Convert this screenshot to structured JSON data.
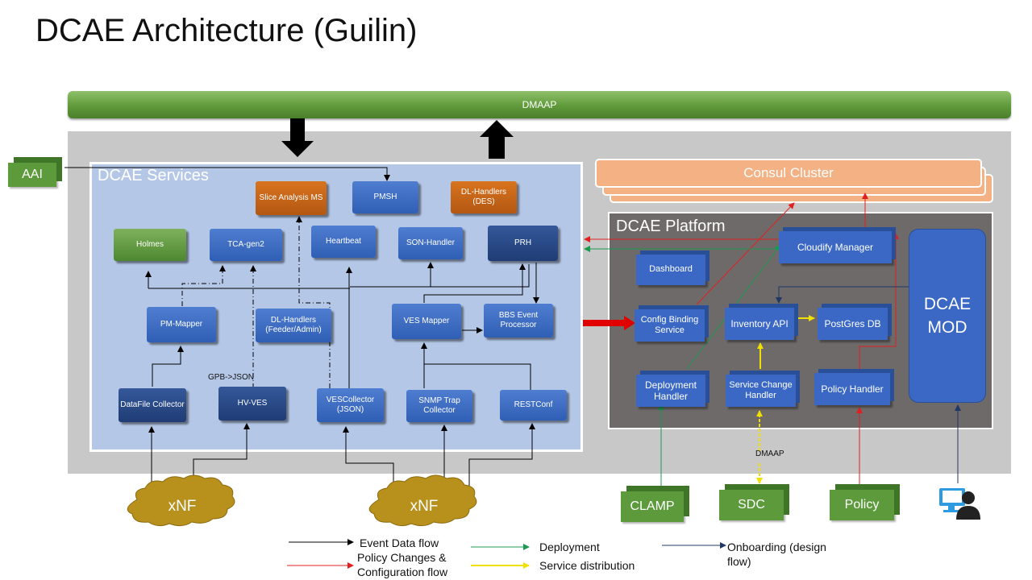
{
  "title": "DCAE Architecture (Guilin)",
  "dmaap_bar": "DMAAP",
  "areas": {
    "services": "DCAE Services",
    "platform": "DCAE Platform",
    "consul": "Consul Cluster",
    "mod": "DCAE MOD"
  },
  "services": {
    "slice_analysis": "Slice Analysis MS",
    "pmsh": "PMSH",
    "dl_des": "DL-Handlers (DES)",
    "holmes": "Holmes",
    "tca": "TCA-gen2",
    "heartbeat": "Heartbeat",
    "son": "SON-Handler",
    "prh": "PRH",
    "pm_mapper": "PM-Mapper",
    "dl_feeder": "DL-Handlers (Feeder/Admin)",
    "ves_mapper": "VES Mapper",
    "bbs": "BBS Event Processor",
    "datafile": "DataFile Collector",
    "hvves": "HV-VES",
    "vescollector": "VESCollector (JSON)",
    "snmp": "SNMP Trap Collector",
    "restconf": "RESTConf"
  },
  "platform": {
    "cloudify": "Cloudify Manager",
    "dashboard": "Dashboard",
    "config_binding": "Config Binding Service",
    "inventory": "Inventory API",
    "postgres": "PostGres DB",
    "deployment": "Deployment Handler",
    "service_change": "Service Change Handler",
    "policy_handler": "Policy Handler"
  },
  "external": {
    "aai": "AAI",
    "clamp": "CLAMP",
    "sdc": "SDC",
    "policy": "Policy",
    "xnf_left": "xNF",
    "xnf_right": "xNF",
    "user_icon": "user-at-computer-icon"
  },
  "annotations": {
    "gpb": "GPB->JSON",
    "dmaap_small": "DMAAP"
  },
  "legend": {
    "event": "Event Data flow",
    "policy": "Policy Changes & Configuration flow",
    "deployment": "Deployment",
    "distribution": "Service distribution",
    "onboarding": "Onboarding (design flow)"
  },
  "colors": {
    "event": "#000000",
    "policy": "#e02020",
    "deployment": "#1a9a50",
    "distribution": "#f0e000",
    "onboarding": "#1f3864"
  }
}
